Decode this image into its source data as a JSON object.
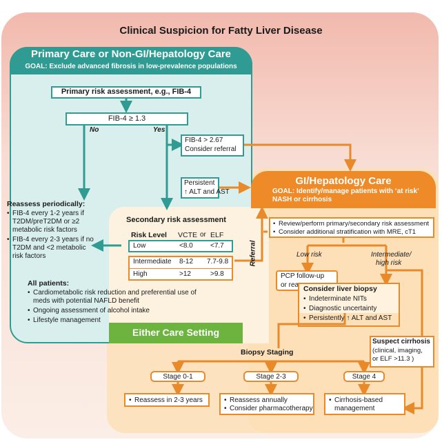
{
  "title": "Clinical Suspicion for Fatty Liver Disease",
  "primary": {
    "header": "Primary Care or Non-GI/Hepatology Care",
    "goal": "GOAL: Exclude advanced fibrosis in low-prevalence populations",
    "risk_assessment": "Primary risk assessment, e.g., FIB-4",
    "fib4_threshold": "FIB-4 ≥ 1.3",
    "no_label": "No",
    "yes_label": "Yes",
    "referral_line1": "FIB-4 > 2.67",
    "referral_line2": "Consider referral",
    "persistent_line1": "Persistent",
    "persistent_line2": "↑ ALT and AST",
    "reassess_title": "Reassess periodically:",
    "reassess_items": [
      "FIB-4 every 1-2 years if T2DM/preT2DM or ≥2 metabolic risk factors",
      "FIB-4 every 2-3 years if no T2DM and <2 metabolic risk factors"
    ]
  },
  "either": {
    "label": "Either Care Setting",
    "secondary_title": "Secondary risk assessment",
    "table_headers": [
      "Risk Level",
      "VCTE",
      "or",
      "ELF"
    ],
    "rows": [
      {
        "level": "Low",
        "vcte": "<8.0",
        "elf": "<7.7"
      },
      {
        "level": "Intermediate",
        "vcte": "8-12",
        "elf": "7.7-9.8"
      },
      {
        "level": "High",
        "vcte": ">12",
        "elf": ">9.8"
      }
    ],
    "referral_label": "Referral",
    "all_patients_title": "All patients:",
    "all_patients_items": [
      "Cardiometabolic risk reduction and preferential use of meds with potential NAFLD benefit",
      "Ongoing assessment of alcohol intake",
      "Lifestyle management"
    ]
  },
  "gi": {
    "header": "GI/Hepatology Care",
    "goal_line1": "GOAL: Identify/manage patients with ‘at risk’",
    "goal_line2": "NASH or cirrhosis",
    "review_items": [
      "Review/perform primary/secondary risk assessment",
      "Consider additional stratification with MRE, cT1"
    ],
    "low_risk": "Low risk",
    "intermediate_line1": "Intermediate/",
    "intermediate_line2": "high risk",
    "pcp_line1": "PCP follow-up",
    "pcp_line2": "or reassess",
    "biopsy_title": "Consider liver biopsy",
    "biopsy_items": [
      "Indeterminate NITs",
      "Diagnostic uncertainty",
      "Persistently ↑ ALT and AST"
    ],
    "cirrhosis_title": "Suspect cirrhosis",
    "cirrhosis_line1": "(clinical, imaging,",
    "cirrhosis_line2": "or ELF >11.3 )",
    "staging_title": "Biopsy Staging",
    "stages": [
      "Stage 0-1",
      "Stage 2-3",
      "Stage 4"
    ],
    "stage01_items": [
      "Reassess in 2-3 years"
    ],
    "stage23_items": [
      "Reassess annually",
      "Consider pharmacotherapy"
    ],
    "stage4_items": [
      "Cirrhosis-based management"
    ]
  },
  "colors": {
    "teal": "#2f9b92",
    "orange": "#e8892a",
    "green": "#6db33f",
    "salmon": "#f3c7bd"
  }
}
